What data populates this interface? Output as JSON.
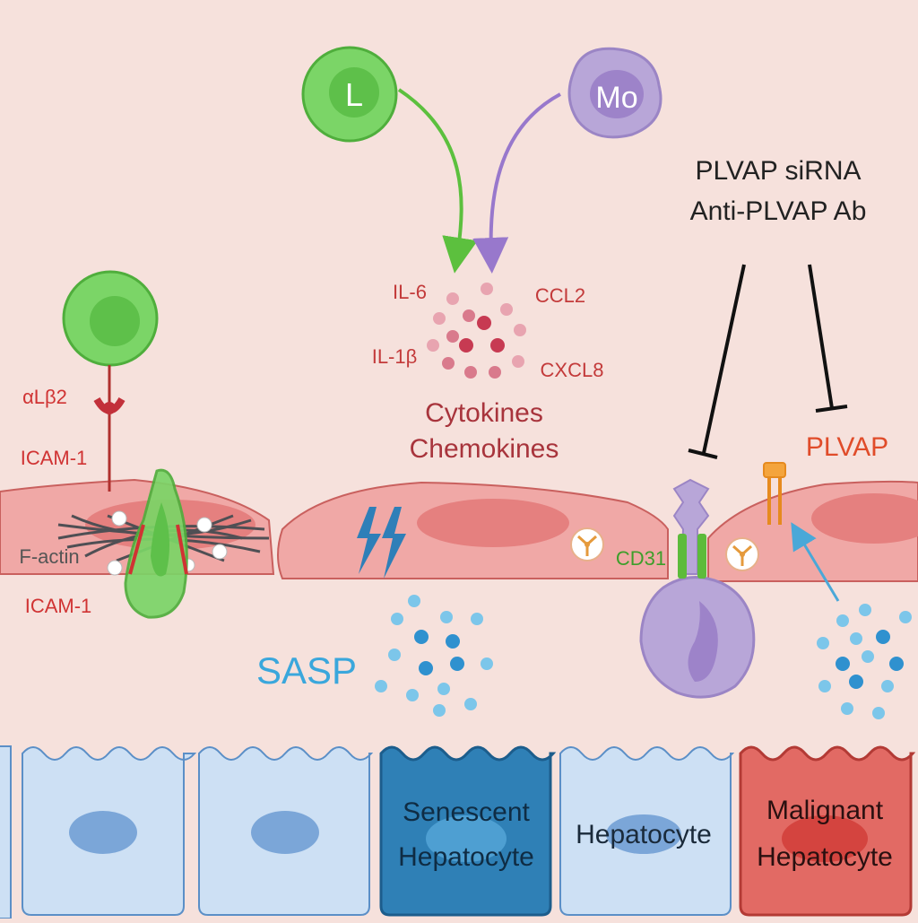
{
  "cells": {
    "lymphocyte_label": "L",
    "monocyte_label": "Mo"
  },
  "cytokines": {
    "names": [
      "IL-6",
      "CCL2",
      "IL-1β",
      "CXCL8"
    ],
    "caption_line1": "Cytokines",
    "caption_line2": "Chemokines"
  },
  "adhesion": {
    "integrin_label": "αLβ2",
    "icam_top_label": "ICAM-1",
    "factin_label": "F-actin",
    "icam_bottom_label": "ICAM-1"
  },
  "therapy": {
    "line1": "PLVAP siRNA",
    "line2": "Anti-PLVAP Ab",
    "target_label": "PLVAP"
  },
  "junction": {
    "cd31_label": "CD31"
  },
  "sasp": {
    "label": "SASP"
  },
  "hepatocytes": {
    "senescent_line1": "Senescent",
    "senescent_line2": "Hepatocyte",
    "normal_label": "Hepatocyte",
    "malignant_line1": "Malignant",
    "malignant_line2": "Hepatocyte"
  },
  "colors": {
    "background": "#f6e1dc",
    "endothelium": "#f0a8a6",
    "cytokine_text": "#c33a3a",
    "leukocyte_green": "#6fcf5a",
    "monocyte_purple": "#b8a6d8",
    "sasp_blue": "#3ba7dc",
    "senescent_cell": "#2f80b6",
    "malignant_cell": "#e26a64"
  }
}
